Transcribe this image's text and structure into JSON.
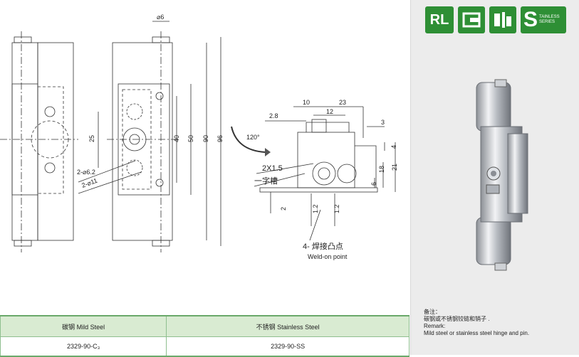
{
  "drawing": {
    "dims": {
      "d6": "⌀6",
      "d25": "25",
      "d40": "40",
      "d50": "50",
      "d90": "90",
      "d96": "96",
      "hole1": "2-⌀6.2",
      "hole2": "2-⌀11",
      "angle": "120°",
      "d10": "10",
      "d23": "23",
      "d2_8": "2.8",
      "d12": "12",
      "d3": "3",
      "d4": "4",
      "d2x1_5": "2X1.5",
      "slot_cn": "一字槽",
      "d6b": "6",
      "d18": "18",
      "d21": "21",
      "d2": "2",
      "d1_2a": "1.2",
      "d1_2b": "1.2"
    },
    "weld_cn": "4- 焊接凸点",
    "weld_en": "Weld-on point"
  },
  "badges": {
    "rl": "RL",
    "s": "S",
    "s_small_1": "TAINLESS",
    "s_small_2": "SERIES"
  },
  "remark": {
    "label_cn": "备注：",
    "text_cn": "碳钢或不锈钢铰链和销子 .",
    "label_en": "Remark:",
    "text_en": "Mild steel or stainless steel hinge and pin."
  },
  "table": {
    "headers": [
      "碳钢 Mild Steel",
      "不锈钢 Stainless Steel"
    ],
    "values": [
      "2329-90-C₃",
      "2329-90-SS"
    ]
  },
  "colors": {
    "accent_green": "#2e8f35",
    "table_header": "#d9ebd2",
    "panel_bg": "#ececec"
  }
}
